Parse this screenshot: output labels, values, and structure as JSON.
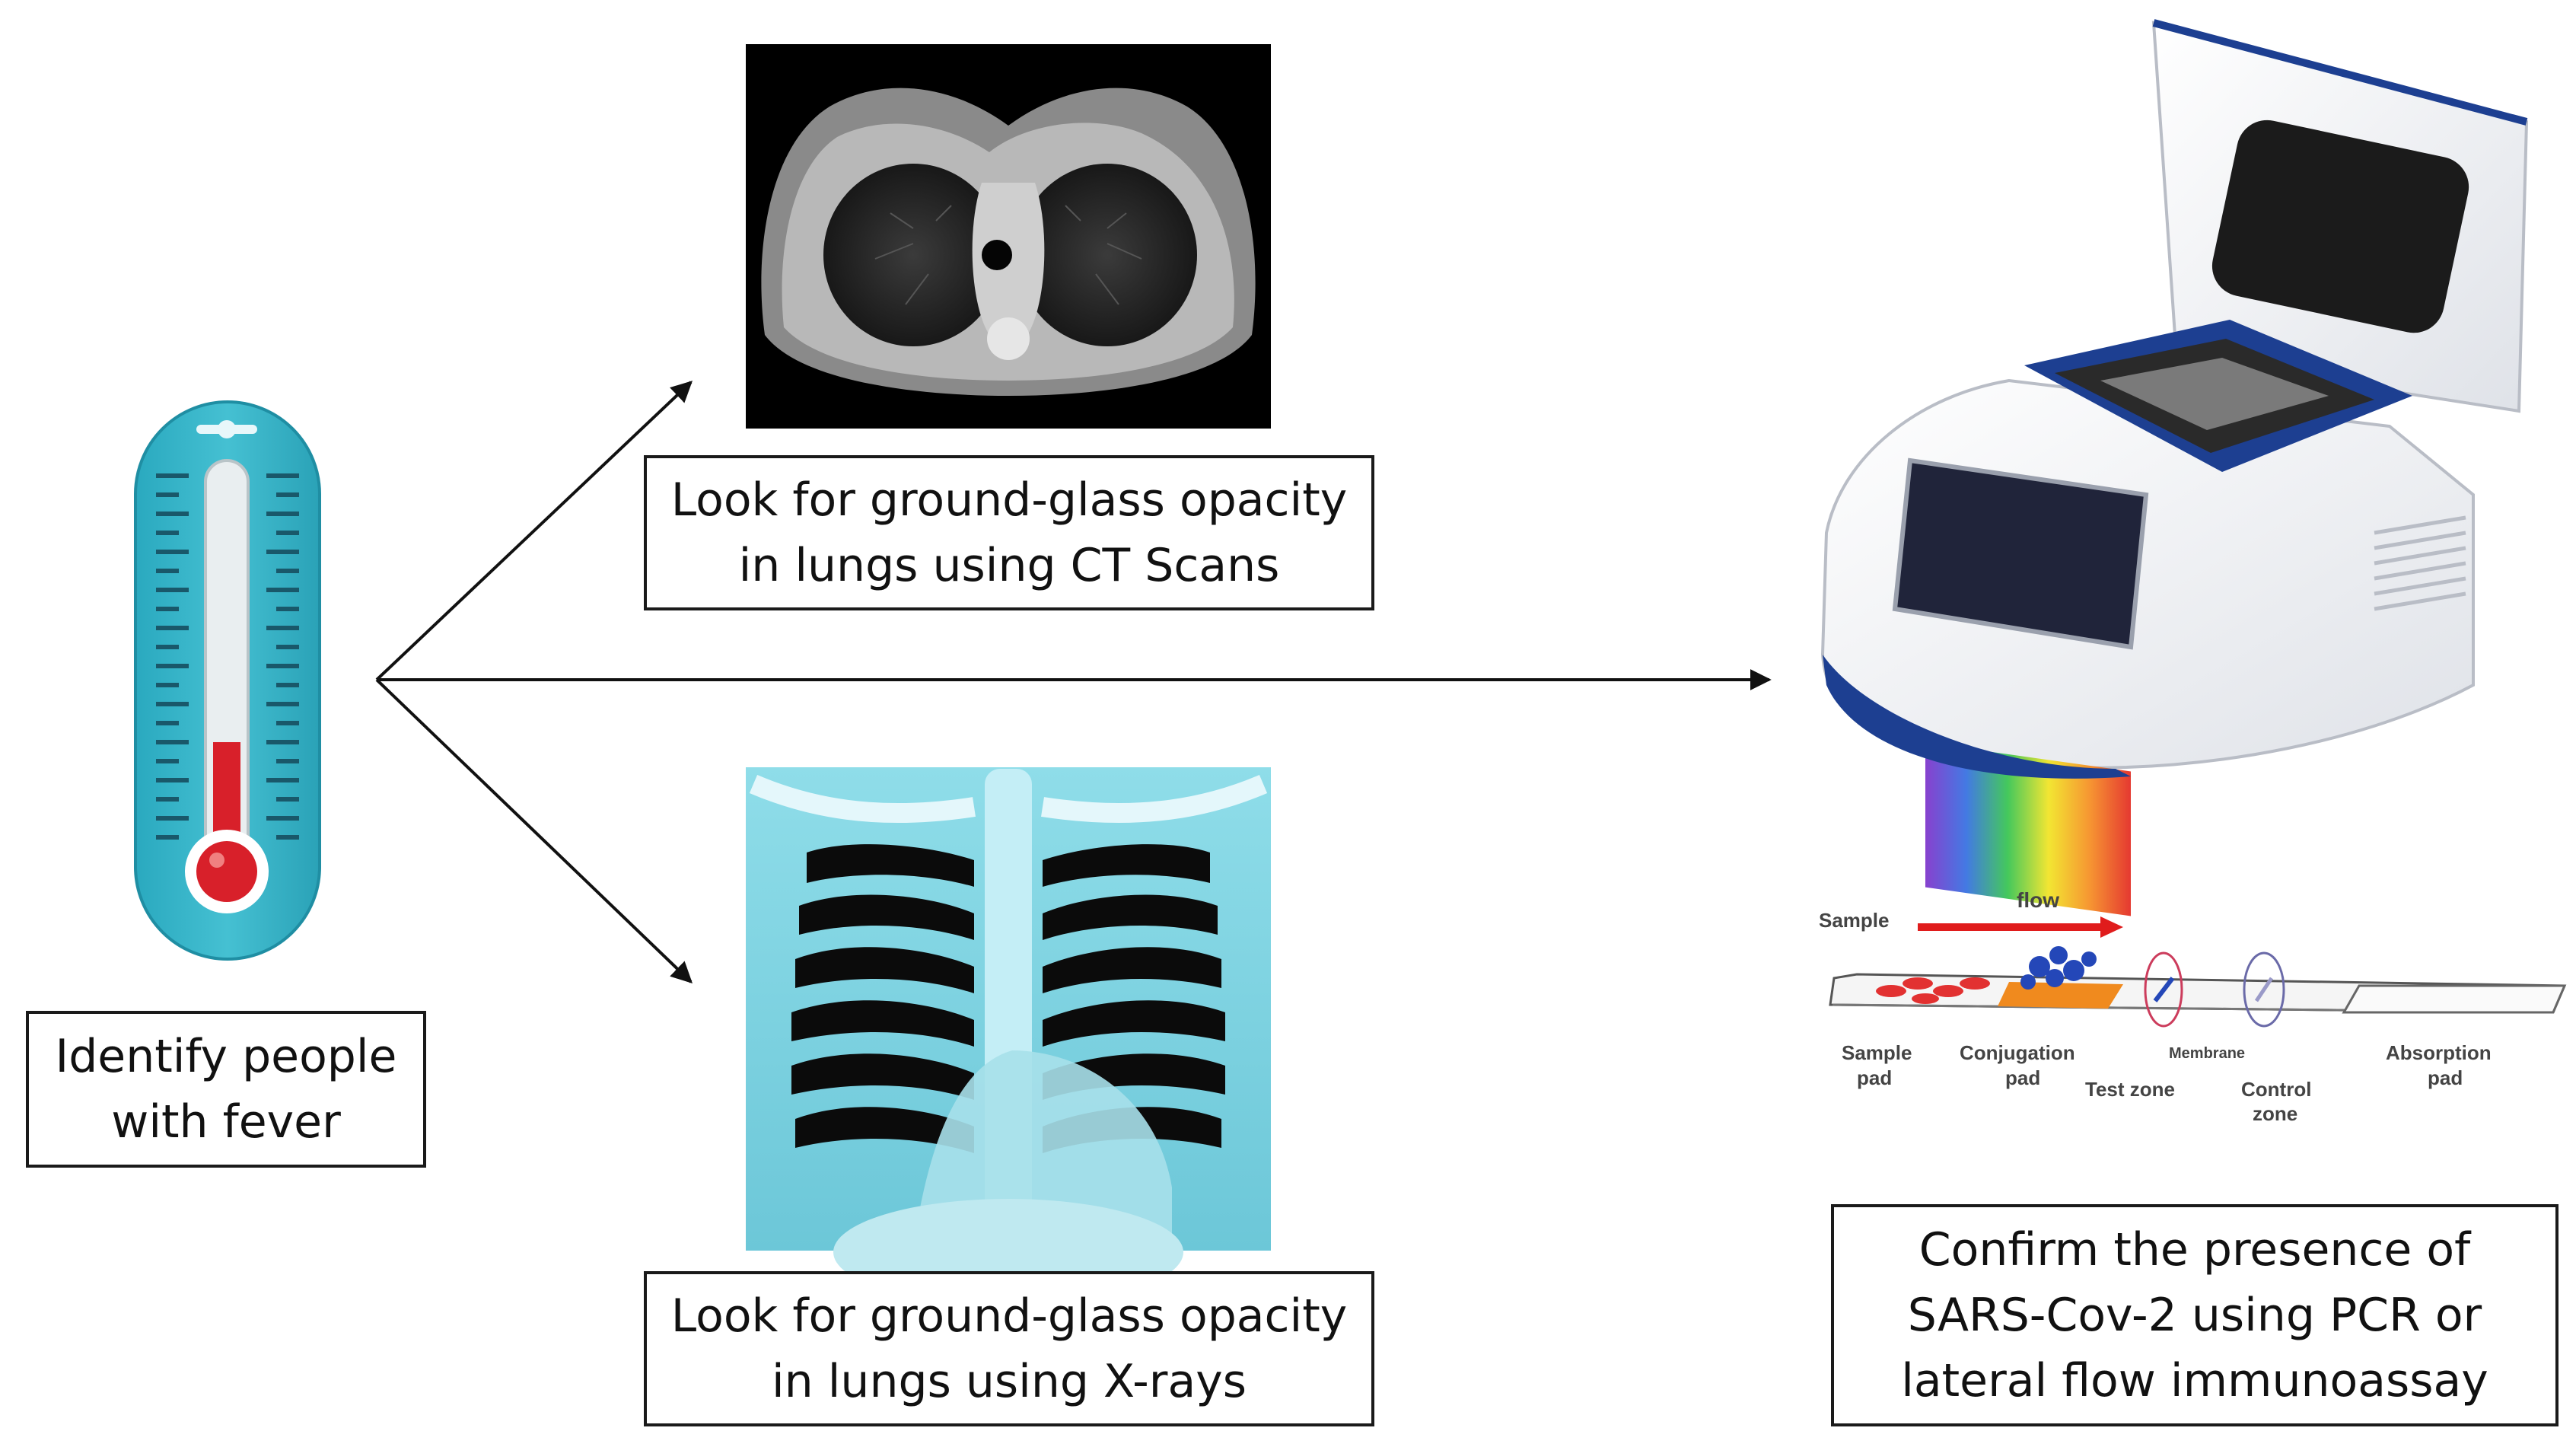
{
  "boxes": {
    "fever": {
      "line1": "Identify people",
      "line2": "with fever"
    },
    "ct": {
      "line1": "Look for ground-glass opacity",
      "line2": "in lungs using CT Scans"
    },
    "xray": {
      "line1": "Look for ground-glass opacity",
      "line2": "in lungs using X-rays"
    },
    "confirm": {
      "line1": "Confirm the presence of",
      "line2": "SARS-Cov-2 using PCR or",
      "line3": "lateral flow immunoassay"
    }
  },
  "lfa": {
    "flow": "flow",
    "sample": "Sample",
    "sample_pad_1": "Sample",
    "sample_pad_2": "pad",
    "conj_pad_1": "Conjugation",
    "conj_pad_2": "pad",
    "membrane": "Membrane",
    "test_zone": "Test zone",
    "control_zone_1": "Control",
    "control_zone_2": "zone",
    "absorption_pad_1": "Absorption",
    "absorption_pad_2": "pad"
  },
  "icons": [
    "thermometer-icon",
    "ct-scan-image",
    "chest-xray-image",
    "pcr-machine-image",
    "lateral-flow-strip-image"
  ],
  "colors": {
    "thermo_teal": "#3fb8cb",
    "mercury_red": "#d8202a",
    "xray_bg": "#7fd4e2",
    "pcr_blue": "#1d3f91",
    "flow_red": "#e01c1c"
  }
}
